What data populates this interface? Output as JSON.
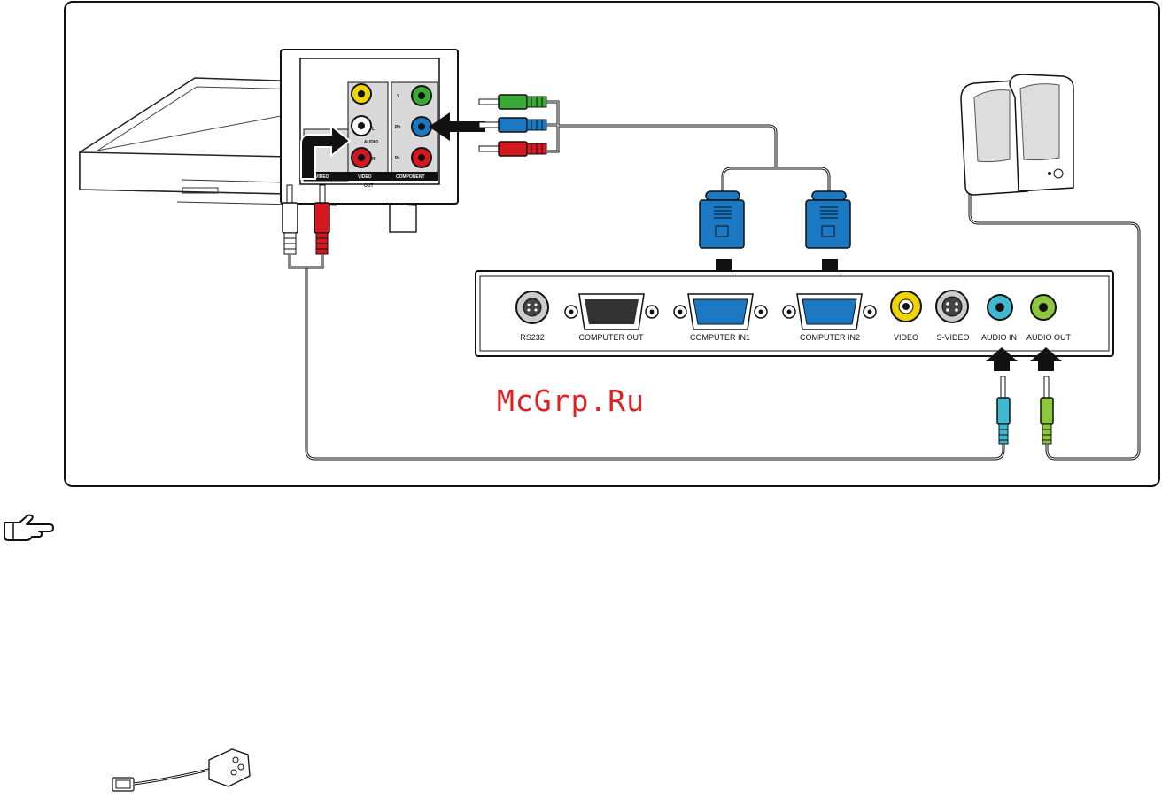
{
  "watermark": "McGrp.Ru",
  "projector_panel": {
    "ports": [
      {
        "label": "RS232"
      },
      {
        "label": "COMPUTER OUT"
      },
      {
        "label": "COMPUTER IN1"
      },
      {
        "label": "COMPUTER IN2"
      },
      {
        "label": "VIDEO"
      },
      {
        "label": "S-VIDEO"
      },
      {
        "label": "AUDIO IN"
      },
      {
        "label": "AUDIO OUT"
      }
    ]
  },
  "source_device_panel": {
    "labels": {
      "video_1": "VIDEO",
      "video_2": "VIDEO",
      "component": "COMPONENT",
      "out": "OUT",
      "audio": "AUDIO",
      "l": "L",
      "r": "R",
      "y": "Y",
      "pb": "Pb",
      "pr": "Pr"
    }
  },
  "colors": {
    "vga_blue": "#1a79c2",
    "rca_yellow": "#f2d400",
    "rca_red": "#d5181f",
    "rca_green": "#3aa935",
    "rca_white": "#ffffff",
    "audio_in_cyan": "#3fb8d0",
    "audio_out_green": "#8dc63f",
    "watermark": "#e02020"
  },
  "icons": [
    "hand-pointer-icon",
    "vga-y-cable-icon"
  ]
}
